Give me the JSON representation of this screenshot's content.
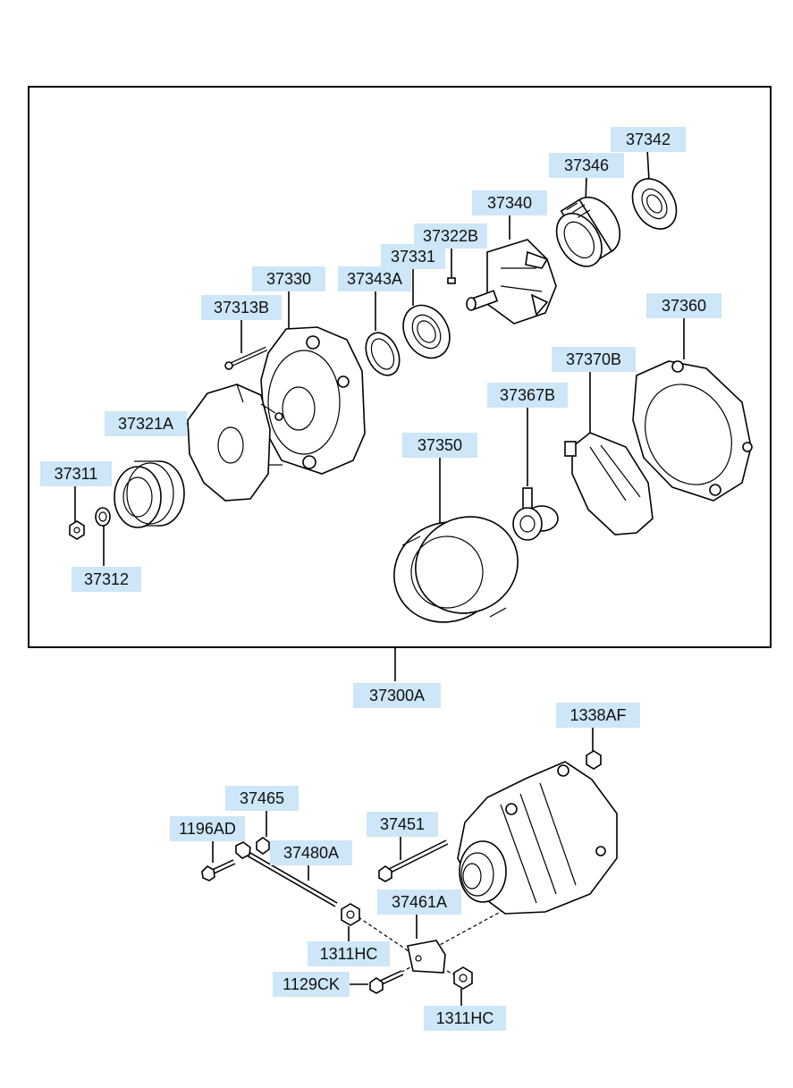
{
  "labels": {
    "p37342": "37342",
    "p37346": "37346",
    "p37340": "37340",
    "p37322B": "37322B",
    "p37331": "37331",
    "p37330": "37330",
    "p37343A": "37343A",
    "p37313B": "37313B",
    "p37360": "37360",
    "p37370B": "37370B",
    "p37367B": "37367B",
    "p37321A": "37321A",
    "p37350": "37350",
    "p37311": "37311",
    "p37312": "37312",
    "p37300A": "37300A",
    "p1338AF": "1338AF",
    "p37465": "37465",
    "p1196AD": "1196AD",
    "p37451": "37451",
    "p37480A": "37480A",
    "p37461A": "37461A",
    "p1311HC_a": "1311HC",
    "p1129CK": "1129CK",
    "p1311HC_b": "1311HC"
  },
  "colors": {
    "label_bg": "#cde6f8",
    "line": "#000000"
  }
}
